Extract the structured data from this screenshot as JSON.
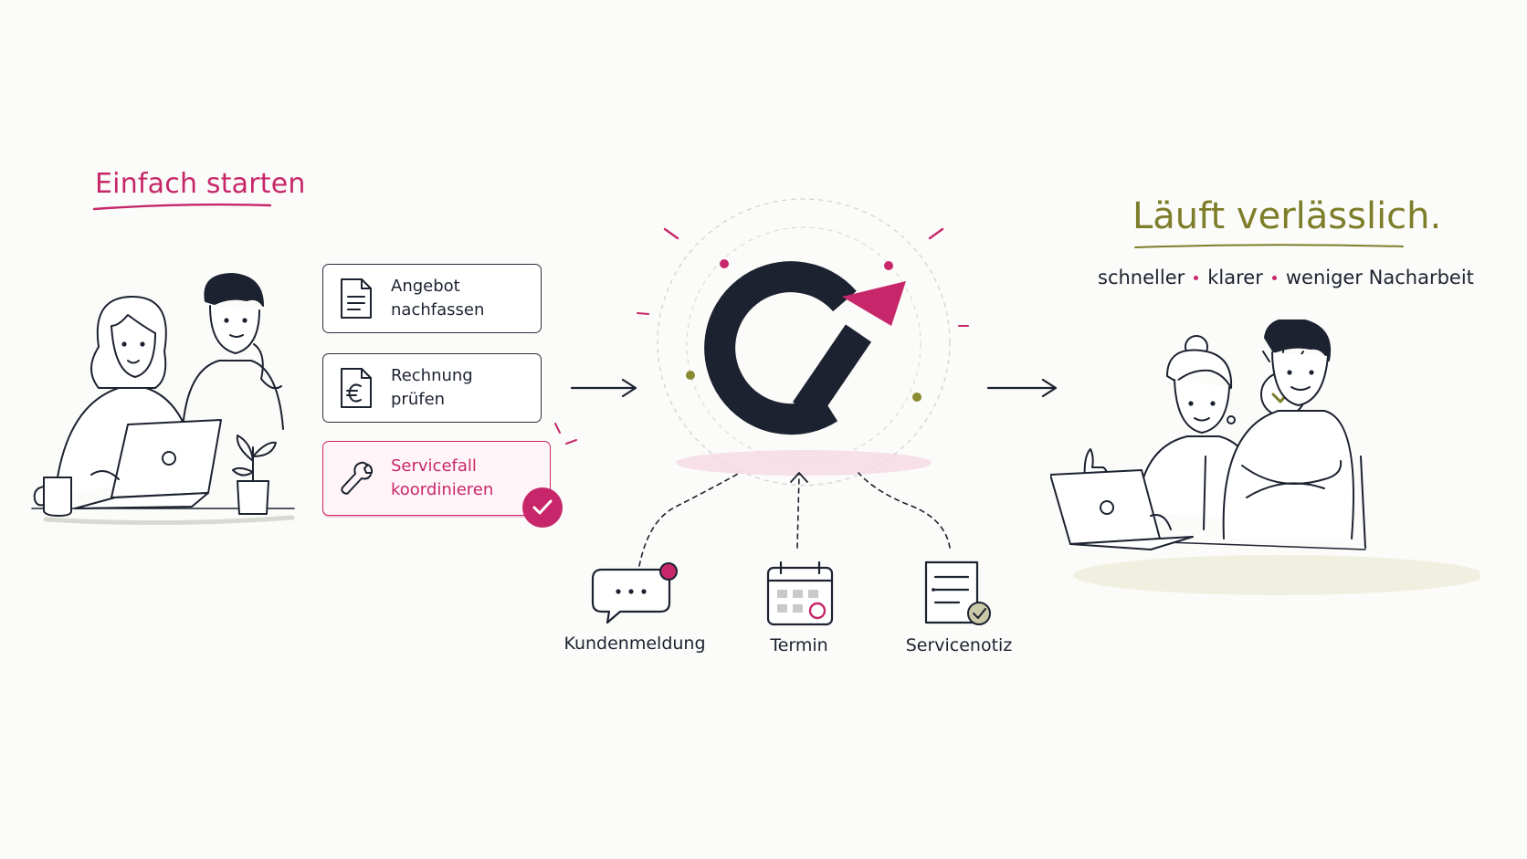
{
  "left": {
    "heading": "Einfach starten"
  },
  "tasks": [
    {
      "label_line1": "Angebot",
      "label_line2": "nachfassen",
      "icon": "document-icon",
      "active": false
    },
    {
      "label_line1": "Rechnung",
      "label_line2": "prüfen",
      "icon": "euro-document-icon",
      "active": false
    },
    {
      "label_line1": "Servicefall",
      "label_line2": "koordinieren",
      "icon": "wrench-icon",
      "active": true
    }
  ],
  "channels": [
    {
      "label": "Kundenmeldung",
      "icon": "chat-bubble-icon"
    },
    {
      "label": "Termin",
      "icon": "calendar-icon"
    },
    {
      "label": "Servicenotiz",
      "icon": "checklist-icon"
    }
  ],
  "right": {
    "heading": "Läuft verlässlich.",
    "benefits": [
      "schneller",
      "klarer",
      "weniger Nacharbeit"
    ]
  },
  "colors": {
    "accent": "#c7276a",
    "olive": "#7d7d2a",
    "ink": "#1c2230"
  }
}
